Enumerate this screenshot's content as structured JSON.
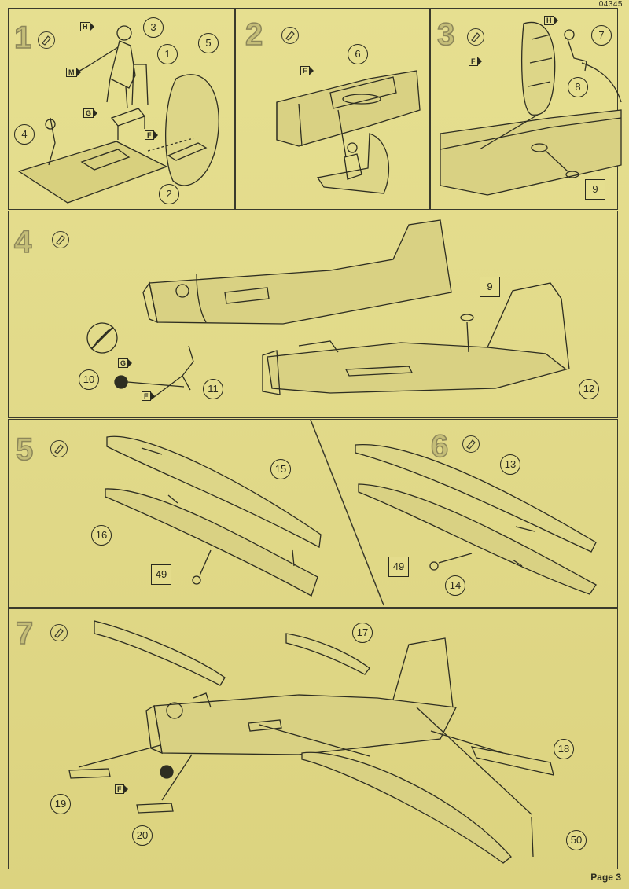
{
  "doc": {
    "code": "04345",
    "page_label": "Page 3"
  },
  "steps": [
    {
      "num": "1",
      "parts": [
        "1",
        "2",
        "3",
        "4",
        "5"
      ],
      "flags": [
        "H",
        "M",
        "G",
        "F"
      ]
    },
    {
      "num": "2",
      "parts": [
        "6"
      ],
      "flags": [
        "F"
      ]
    },
    {
      "num": "3",
      "parts": [
        "7",
        "8",
        "9"
      ],
      "flags": [
        "H",
        "F"
      ]
    },
    {
      "num": "4",
      "parts": [
        "9",
        "10",
        "11",
        "12"
      ],
      "flags": [
        "G",
        "F"
      ]
    },
    {
      "num": "5",
      "parts": [
        "15",
        "16",
        "49"
      ],
      "flags": []
    },
    {
      "num": "6",
      "parts": [
        "13",
        "14",
        "49"
      ],
      "flags": []
    },
    {
      "num": "7",
      "parts": [
        "17",
        "18",
        "19",
        "20",
        "50"
      ],
      "flags": [
        "F"
      ]
    }
  ],
  "icons": {
    "glue": "glue-tube-icon",
    "no_glue": "no-glue-icon"
  }
}
